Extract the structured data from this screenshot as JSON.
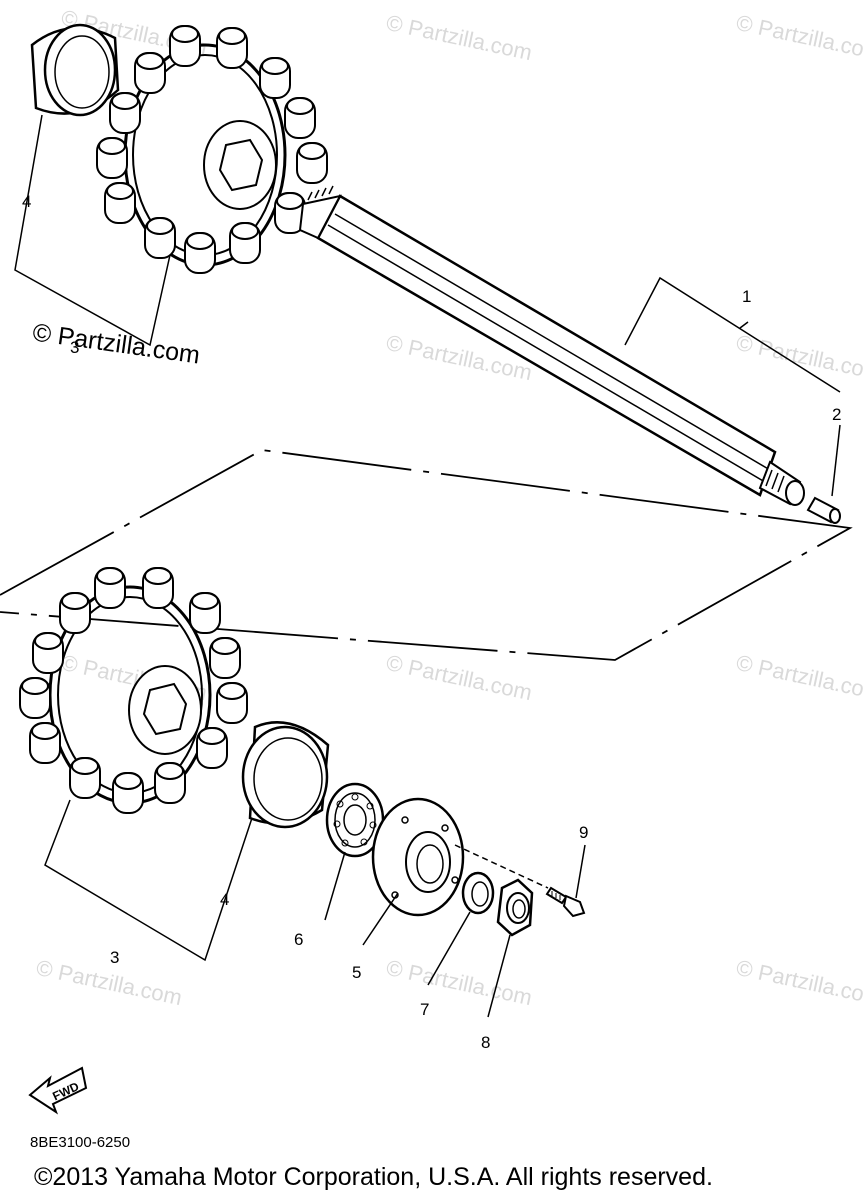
{
  "watermarks": {
    "main": "© Partzilla.com",
    "repeat": "© Partzilla.com"
  },
  "callouts": [
    {
      "id": "1",
      "part": "shaft"
    },
    {
      "id": "2",
      "part": "plug"
    },
    {
      "id": "3",
      "part": "sprocket (top)"
    },
    {
      "id": "4",
      "part": "collar (top)"
    },
    {
      "id": "3",
      "part": "sprocket (bottom)"
    },
    {
      "id": "4",
      "part": "collar (bottom)"
    },
    {
      "id": "5",
      "part": "bearing housing"
    },
    {
      "id": "6",
      "part": "bearing"
    },
    {
      "id": "7",
      "part": "washer"
    },
    {
      "id": "8",
      "part": "nut"
    },
    {
      "id": "9",
      "part": "bolt"
    }
  ],
  "fwd_label": "FWD",
  "drawing_code": "8BE3100-6250",
  "copyright": "©2013 Yamaha Motor Corporation, U.S.A. All rights reserved.",
  "colors": {
    "line": "#000000",
    "watermark": "#d9d9d9",
    "background": "#ffffff"
  }
}
